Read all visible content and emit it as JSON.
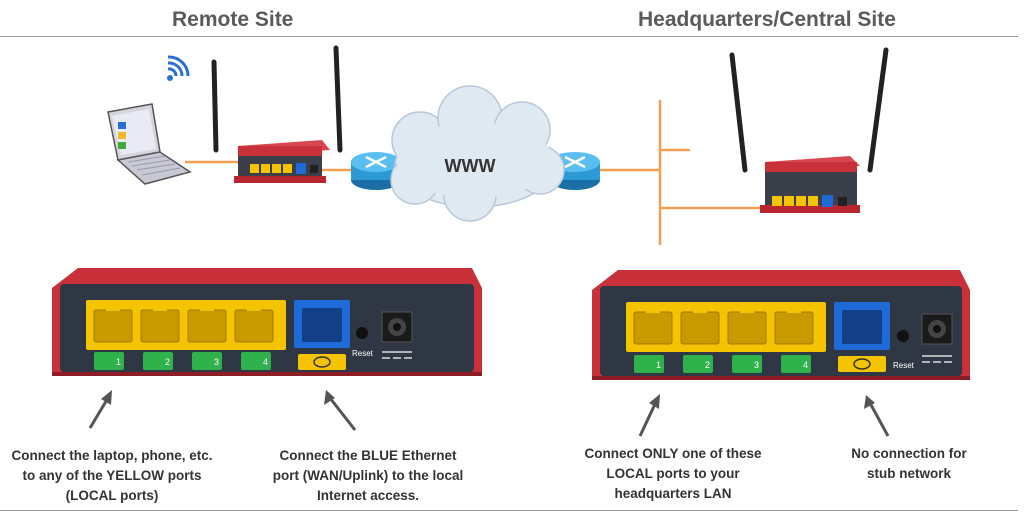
{
  "headings": {
    "remote": "Remote Site",
    "hq": "Headquarters/Central Site"
  },
  "cloud": {
    "label": "WWW"
  },
  "ports": {
    "local_labels": [
      "1",
      "2",
      "3",
      "4"
    ],
    "reset_label": "Reset"
  },
  "captions": {
    "remote_local": "Connect the laptop, phone, etc. to any of the YELLOW ports (LOCAL ports)",
    "remote_wan": "Connect the BLUE Ethernet port (WAN/Uplink) to the local Internet access.",
    "hq_local": "Connect ONLY one of these LOCAL ports to your headquarters LAN",
    "hq_wan": "No connection for stub network"
  },
  "colors": {
    "local_port": "#f5c400",
    "wan_port": "#1e6ad6",
    "device_body": "#c8313a",
    "panel": "#2f3744",
    "cable": "#f0a050",
    "router": "#2c9ad4",
    "lan_badge": "#2fb24c"
  }
}
